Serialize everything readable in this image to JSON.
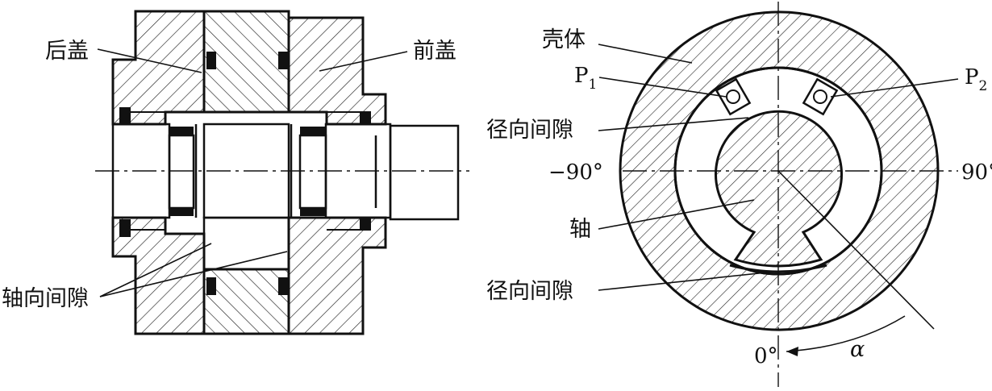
{
  "left_view": {
    "label_rear_cover": "后盖",
    "label_front_cover": "前盖",
    "label_axial_gap": "轴向间隙"
  },
  "right_view": {
    "label_housing": "壳体",
    "label_p1_main": "P",
    "label_p1_sub": "1",
    "label_p2_main": "P",
    "label_p2_sub": "2",
    "label_radial_gap_top": "径向间隙",
    "label_shaft": "轴",
    "label_radial_gap_bottom": "径向间隙",
    "label_neg90": "−90°",
    "label_pos90": "90°",
    "label_zero": "0°",
    "label_alpha": "α"
  }
}
